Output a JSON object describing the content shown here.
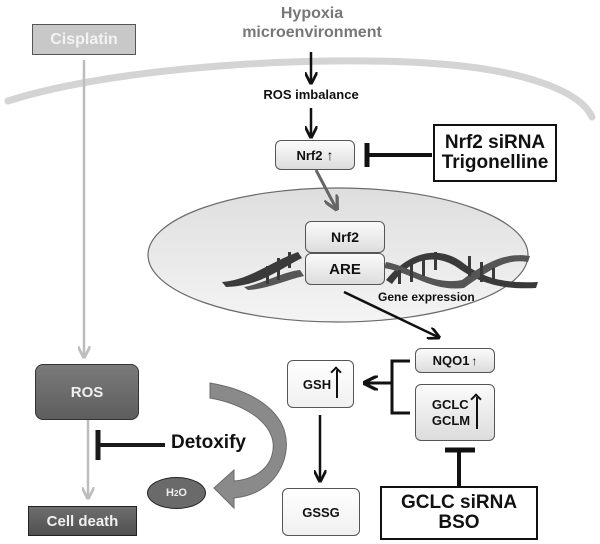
{
  "diagram": {
    "nodes": {
      "cisplatin": "Cisplatin",
      "hypoxia_line1": "Hypoxia",
      "hypoxia_line2": "microenvironment",
      "ros_imbalance": "ROS imbalance",
      "nrf2_cyto": "Nrf2",
      "nrf2_up_arrow": "↑",
      "inhibitor1_line1": "Nrf2 siRNA",
      "inhibitor1_line2": "Trigonelline",
      "nrf2_nuclear": "Nrf2",
      "are": "ARE",
      "gene_expression": "Gene expression",
      "nqo1": "NQO1",
      "nqo1_arrow": "↑",
      "gclc": "GCLC",
      "gclm": "GCLM",
      "gsh": "GSH",
      "gssg": "GSSG",
      "inhibitor2_line1": "GCLC siRNA",
      "inhibitor2_line2": "BSO",
      "ros": "ROS",
      "detoxify": "Detoxify",
      "h2o_h": "H",
      "h2o_sub": "2",
      "h2o_o": "O",
      "cell_death": "Cell death"
    },
    "colors": {
      "membrane": "#d4d4d4",
      "nucleus_fill": "#e9e9e9",
      "ros_box": "#6e6e6e",
      "cisplatin_path": "#bdbdbd",
      "dna": "#3a3a3a",
      "detox_arrow": "#8a8a8a"
    }
  }
}
